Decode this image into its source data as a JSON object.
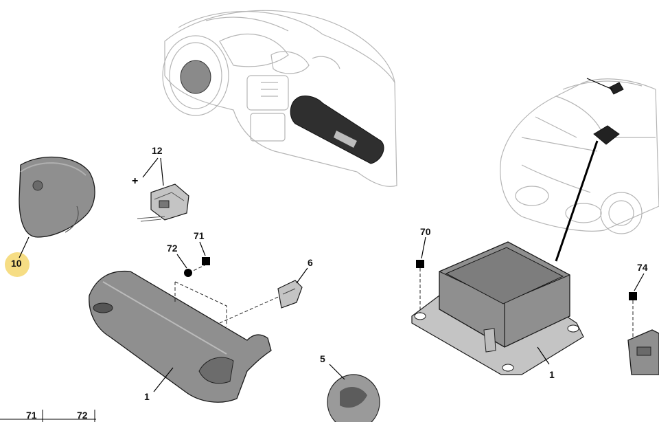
{
  "callouts": {
    "steering_pad": "10",
    "clockspring": "12",
    "bolt_72": "72",
    "nut_71": "71",
    "bracket": "6",
    "column_cover": "1",
    "badge": "5",
    "ecu_screw": "70",
    "ecu": "1",
    "connector_screw": "74"
  },
  "bottom_strip": {
    "cell_71": "71",
    "cell_72": "72"
  },
  "highlight_color": "#f5d76e",
  "part_color": "#8f8f8f",
  "wireframe_color": "#b5b5b5"
}
